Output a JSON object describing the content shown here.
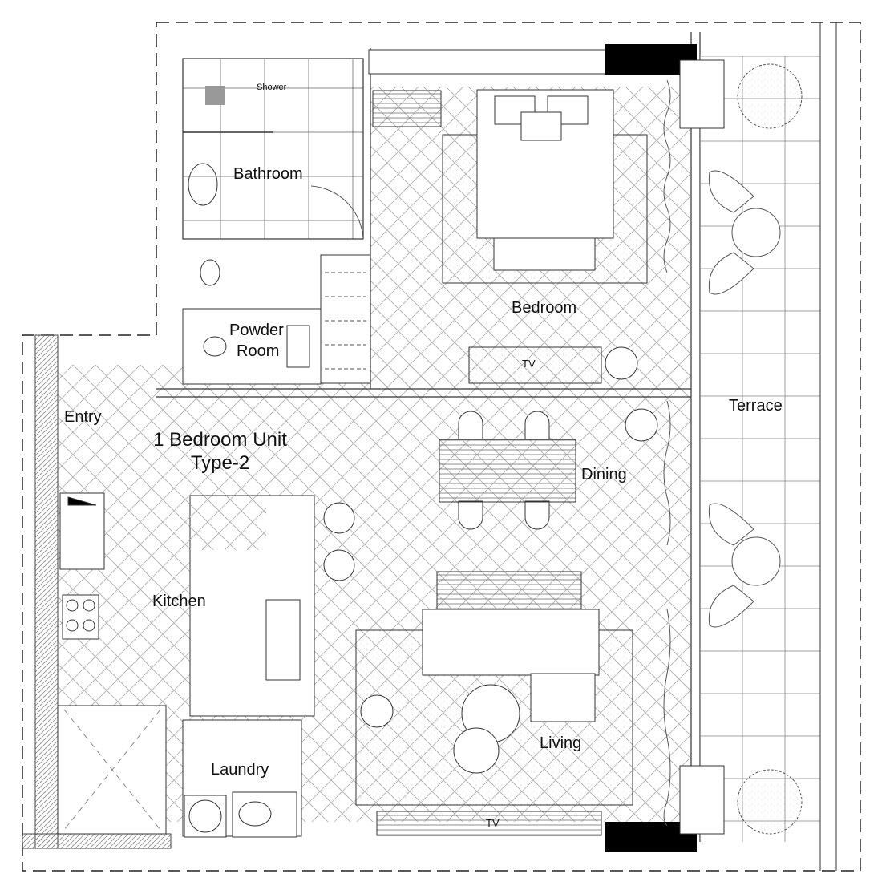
{
  "plan": {
    "title_line1": "1 Bedroom Unit",
    "title_line2": "Type-2",
    "rooms": {
      "shower": "Shower",
      "bathroom": "Bathroom",
      "powder_line1": "Powder",
      "powder_line2": "Room",
      "bedroom": "Bedroom",
      "bedroom_tv": "TV",
      "entry": "Entry",
      "dining": "Dining",
      "terrace": "Terrace",
      "kitchen": "Kitchen",
      "laundry": "Laundry",
      "living": "Living",
      "living_tv": "TV"
    },
    "colors": {
      "line": "#333333",
      "hatch": "#9a9a9a",
      "column_fill": "#000000",
      "background": "#ffffff"
    }
  }
}
